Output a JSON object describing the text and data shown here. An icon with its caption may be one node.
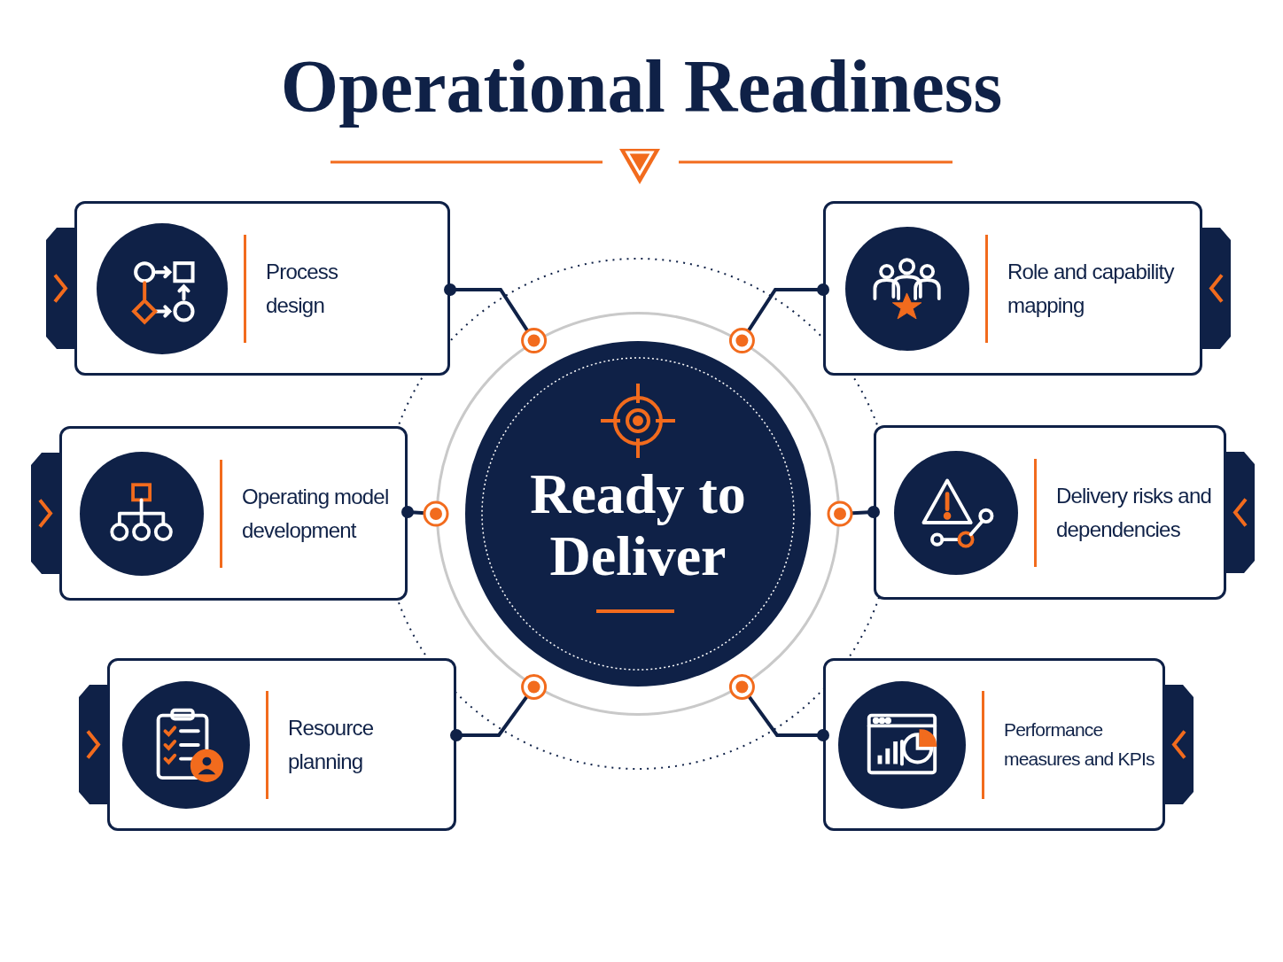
{
  "diagram": {
    "title": "Operational Readiness",
    "nodes": [
      {
        "text": [
          "Process design"
        ]
      },
      {
        "text": [
          "Role and capability mapping"
        ]
      },
      {
        "text": [
          "Operating model development"
        ]
      },
      {
        "text": [
          "Ready to Deliver"
        ]
      },
      {
        "text": [
          "Delivery risks and dependencies"
        ]
      },
      {
        "text": [
          "Resource planning"
        ]
      },
      {
        "text": [
          "Performance measures and KPIs"
        ]
      }
    ],
    "edges": [
      {
        "from": 0,
        "to": 3,
        "arrow": "other"
      },
      {
        "from": 1,
        "to": 3,
        "arrow": "other"
      },
      {
        "from": 2,
        "to": 3,
        "arrow": "other"
      },
      {
        "from": 4,
        "to": 3,
        "arrow": "other"
      },
      {
        "from": 5,
        "to": 3,
        "arrow": "other"
      },
      {
        "from": 6,
        "to": 3,
        "arrow": "other"
      }
    ]
  }
}
